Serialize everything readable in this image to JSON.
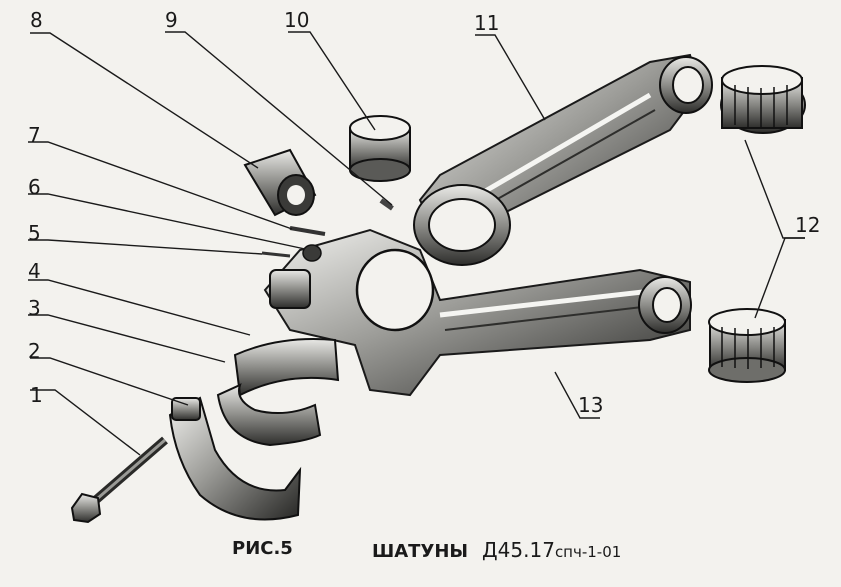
{
  "callouts": [
    "1",
    "2",
    "3",
    "4",
    "5",
    "6",
    "7",
    "8",
    "9",
    "10",
    "11",
    "12",
    "13"
  ],
  "caption": {
    "figure": "РИС.5",
    "title": "ШАТУНЫ",
    "model": "Д45.17",
    "suffix": "спч-1-01"
  }
}
